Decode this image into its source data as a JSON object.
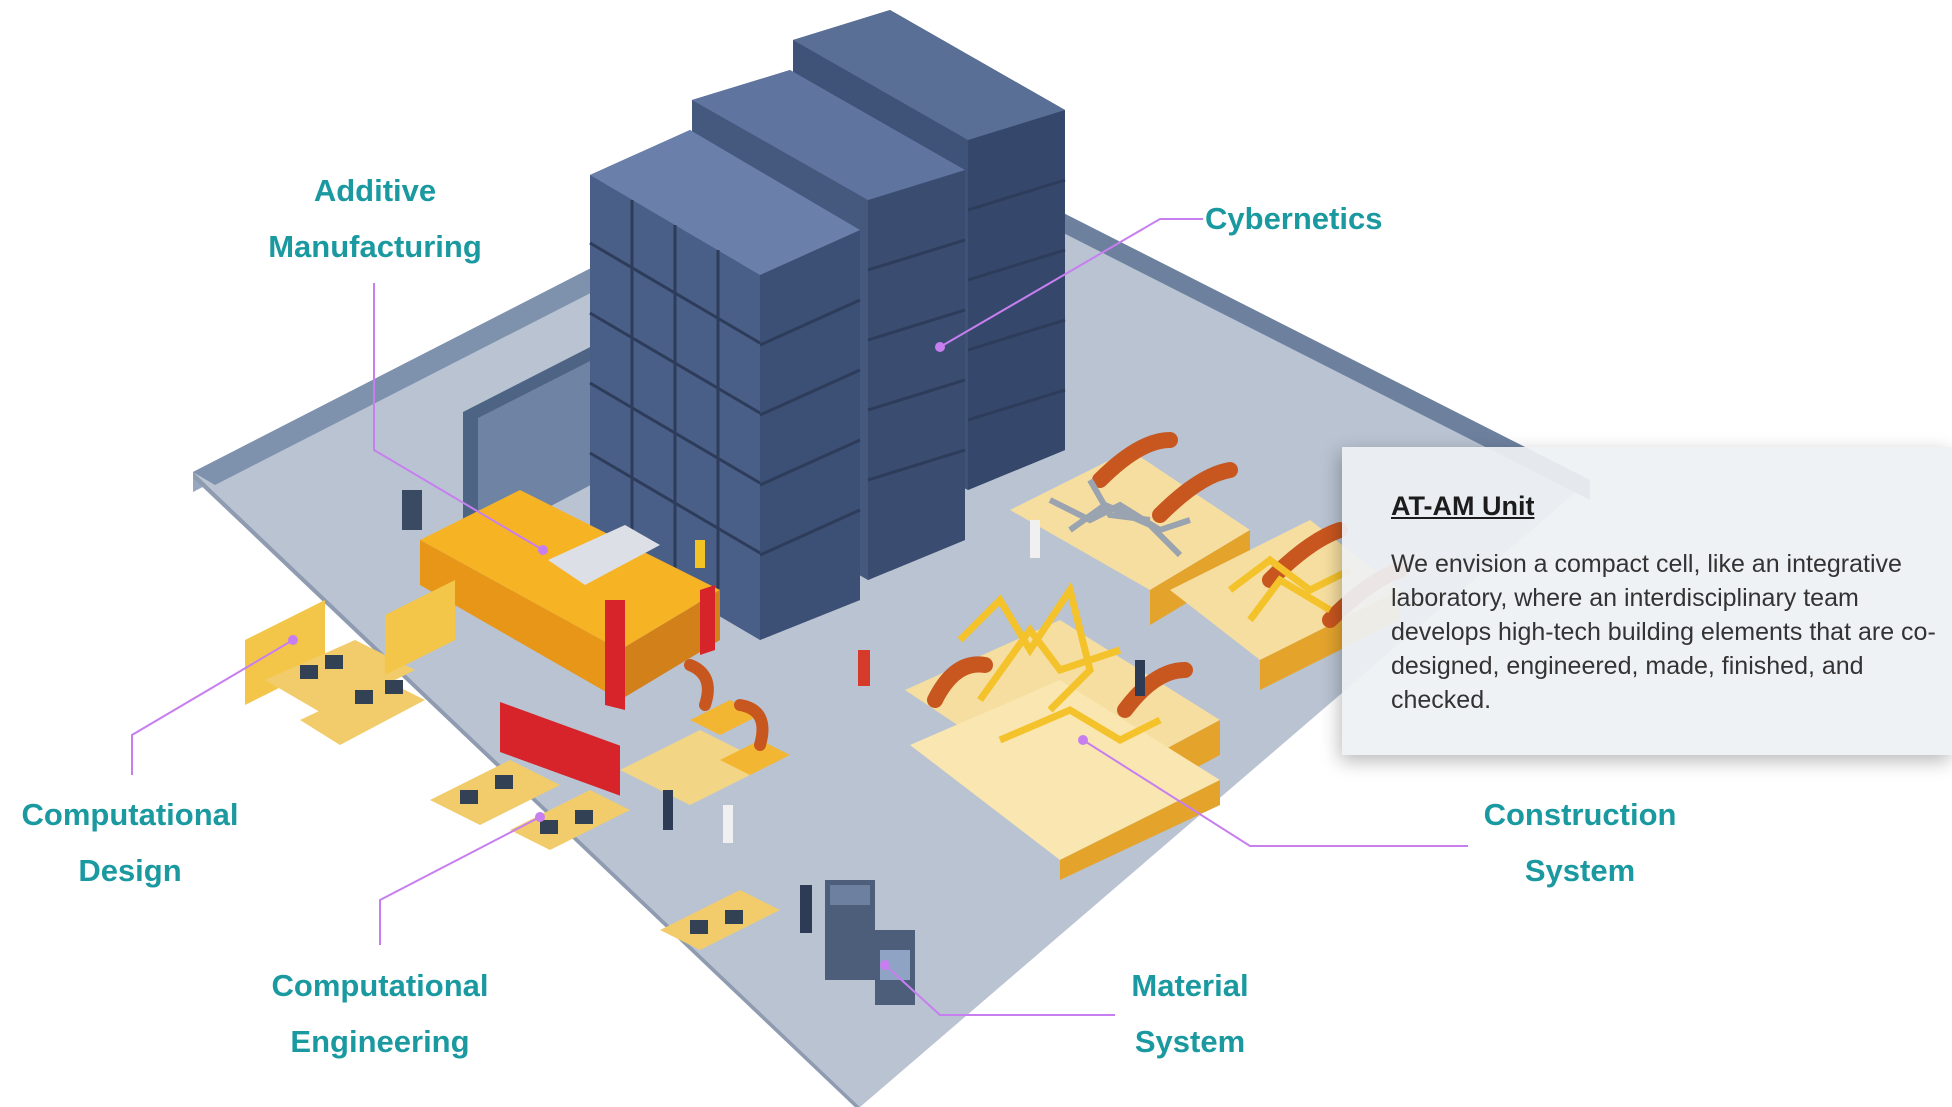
{
  "labels": {
    "additive_manufacturing": [
      "Additive",
      "Manufacturing"
    ],
    "cybernetics": [
      "Cybernetics"
    ],
    "computational_design": [
      "Computational",
      "Design"
    ],
    "construction_system": [
      "Construction",
      "System"
    ],
    "computational_engineering": [
      "Computational",
      "Engineering"
    ],
    "material_system": [
      "Material",
      "System"
    ]
  },
  "info_panel": {
    "title": "AT-AM Unit",
    "body": "We envision a compact cell, like an integrative laboratory, where an interdisciplinary team develops high-tech building elements that are co-designed, engineered, made, finished, and checked."
  },
  "colors": {
    "label_text": "#1a9aa0",
    "leader_line": "#c77ff0",
    "floor": "#b7c1cf",
    "back_wall": "#7e92ad",
    "side_wall": "#5f7593",
    "storage_rack": "#465a80",
    "robot_arm": "#c8561f",
    "printer_frame": "#f2a822",
    "lattice_yellow": "#f4c22a",
    "lattice_grey": "#9aa3b0"
  }
}
